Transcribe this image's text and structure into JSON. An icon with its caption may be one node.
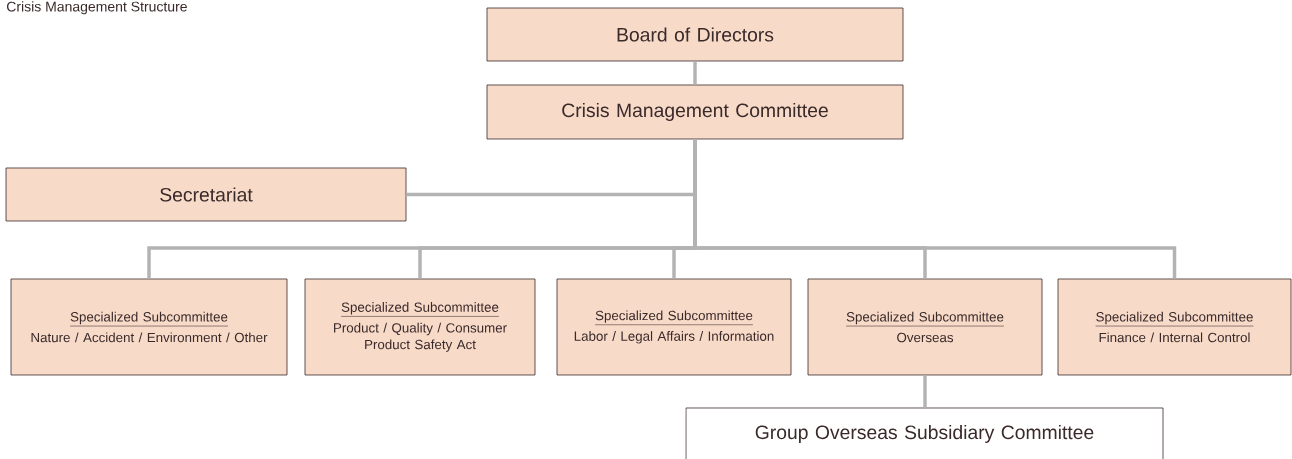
{
  "diagram": {
    "title": "Crisis Management Structure",
    "nodes": [
      {
        "text": [
          "Board of Directors"
        ]
      },
      {
        "text": [
          "Crisis Management Committee"
        ]
      },
      {
        "text": [
          "Secretariat"
        ]
      },
      {
        "text": [
          "Specialized Subcommittee",
          "Nature / Accident / Environment / Other"
        ]
      },
      {
        "text": [
          "Specialized Subcommittee",
          "Product / Quality / Consumer Product Safety Act"
        ]
      },
      {
        "text": [
          "Specialized Subcommittee",
          "Labor / Legal Affairs / Information"
        ]
      },
      {
        "text": [
          "Specialized Subcommittee",
          "Overseas"
        ]
      },
      {
        "text": [
          "Specialized Subcommittee",
          "Finance / Internal Control"
        ]
      },
      {
        "text": [
          "Group Overseas Subsidiary Committee"
        ]
      }
    ],
    "edges": [
      {
        "from": 0,
        "to": 1,
        "arrow": "none"
      },
      {
        "from": 1,
        "to": 2,
        "arrow": "none"
      },
      {
        "from": 1,
        "to": 3,
        "arrow": "none"
      },
      {
        "from": 1,
        "to": 4,
        "arrow": "none"
      },
      {
        "from": 1,
        "to": 5,
        "arrow": "none"
      },
      {
        "from": 1,
        "to": 6,
        "arrow": "none"
      },
      {
        "from": 1,
        "to": 7,
        "arrow": "none"
      },
      {
        "from": 6,
        "to": 8,
        "arrow": "none"
      }
    ]
  }
}
